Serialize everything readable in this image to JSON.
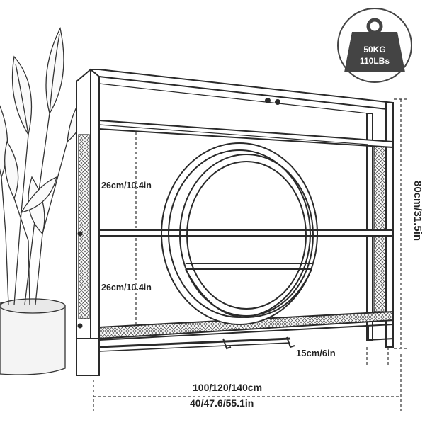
{
  "badge": {
    "capacity_metric": "50KG",
    "capacity_imperial": "110LBs"
  },
  "dimensions": {
    "shelf_spacing_upper": "26cm/10.4in",
    "shelf_spacing_lower": "26cm/10.4in",
    "height": "80cm/31.5in",
    "rail_depth": "15cm/6in",
    "width_metric": "100/120/140cm",
    "width_imperial": "40/47.6/55.1in"
  },
  "colors": {
    "line": "#2a2a2a",
    "badge_fill": "#444444",
    "background": "#ffffff"
  }
}
